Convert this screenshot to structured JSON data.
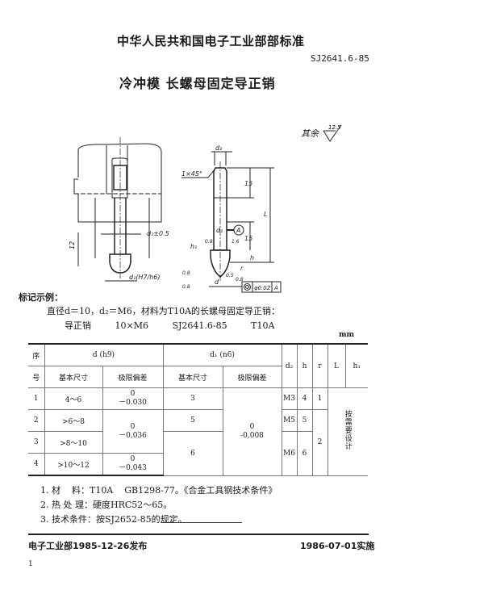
{
  "header": {
    "organization": "中华人民共和国电子工业部部标准",
    "standard_code": "SJ2641.6-85",
    "title": "冷冲模  长螺母固定导正销"
  },
  "drawing": {
    "roughness_note": "其余",
    "roughness_value": "12.5",
    "assembly_labels": {
      "d1_fit_top": "d₁±0.5",
      "d1_fit_bottom": "d₁(H7/h6)",
      "dim_12": "12"
    },
    "part_labels": {
      "d2": "d₂",
      "chamfer": "1×45°",
      "dim_15_top": "15",
      "L": "L",
      "d1": "d₁",
      "datum": "A",
      "dim_15_mid": "15",
      "h1": "h₁",
      "h": "h",
      "r": "r",
      "d": "d",
      "roughness_08_a": "0.8",
      "roughness_08_b": "0.8",
      "roughness_16": "1.6",
      "roughness_08_c": "0.8",
      "roughness_08_d": "0.8",
      "radius_05": "0.5",
      "tolerance_frame": [
        "◎",
        "φ0.02",
        "A"
      ]
    }
  },
  "marking_example": {
    "section_title": "标记示例：",
    "description": "直径d＝10，d₂＝M6，材料为T10A的长螺母固定导正销：",
    "code_parts": [
      "导正销",
      "10×M6",
      "SJ2641.6-85",
      "T10A"
    ]
  },
  "table": {
    "unit": "mm",
    "headers": {
      "seq_top": "序",
      "seq_bottom": "号",
      "d_group": "d (h9)",
      "d1_group": "d₁ (n6)",
      "basic_size": "基本尺寸",
      "limit_dev": "极限偏差",
      "d2": "d₂",
      "h": "h",
      "r": "r",
      "L": "L",
      "h1": "h₁"
    },
    "rows": [
      {
        "seq": "1",
        "d_basic": "4～6",
        "d1_basic": "3",
        "d2": "M3",
        "h": "4",
        "r": "1"
      },
      {
        "seq": "2",
        "d_basic": ">6～8",
        "d1_basic": "5",
        "d2": "M5",
        "h": "5"
      },
      {
        "seq": "3",
        "d_basic": ">8～10",
        "d1_basic": "6",
        "d2": "M6",
        "h": "6",
        "r": "2"
      },
      {
        "seq": "4",
        "d_basic": ">10～12"
      }
    ],
    "d_dev": [
      {
        "upper": "0",
        "lower": "－0.030"
      },
      {
        "upper": "0",
        "lower": "－0.036"
      },
      {
        "upper": "0",
        "lower": "－0.043"
      }
    ],
    "d1_dev": {
      "upper": "0",
      "lower": "-0.008"
    },
    "L_h1_note": "按需要设计"
  },
  "notes": [
    "1. 材    料：T10A    GB1298-77。《合金工具钢技术条件》",
    "2. 热 处 理：硬度HRC52～65。",
    "3. 技术条件：按SJ2652-85的规定。"
  ],
  "footer": {
    "issued": "电子工业部1985-12-26发布",
    "effective": "1986-07-01实施",
    "page": "1"
  }
}
